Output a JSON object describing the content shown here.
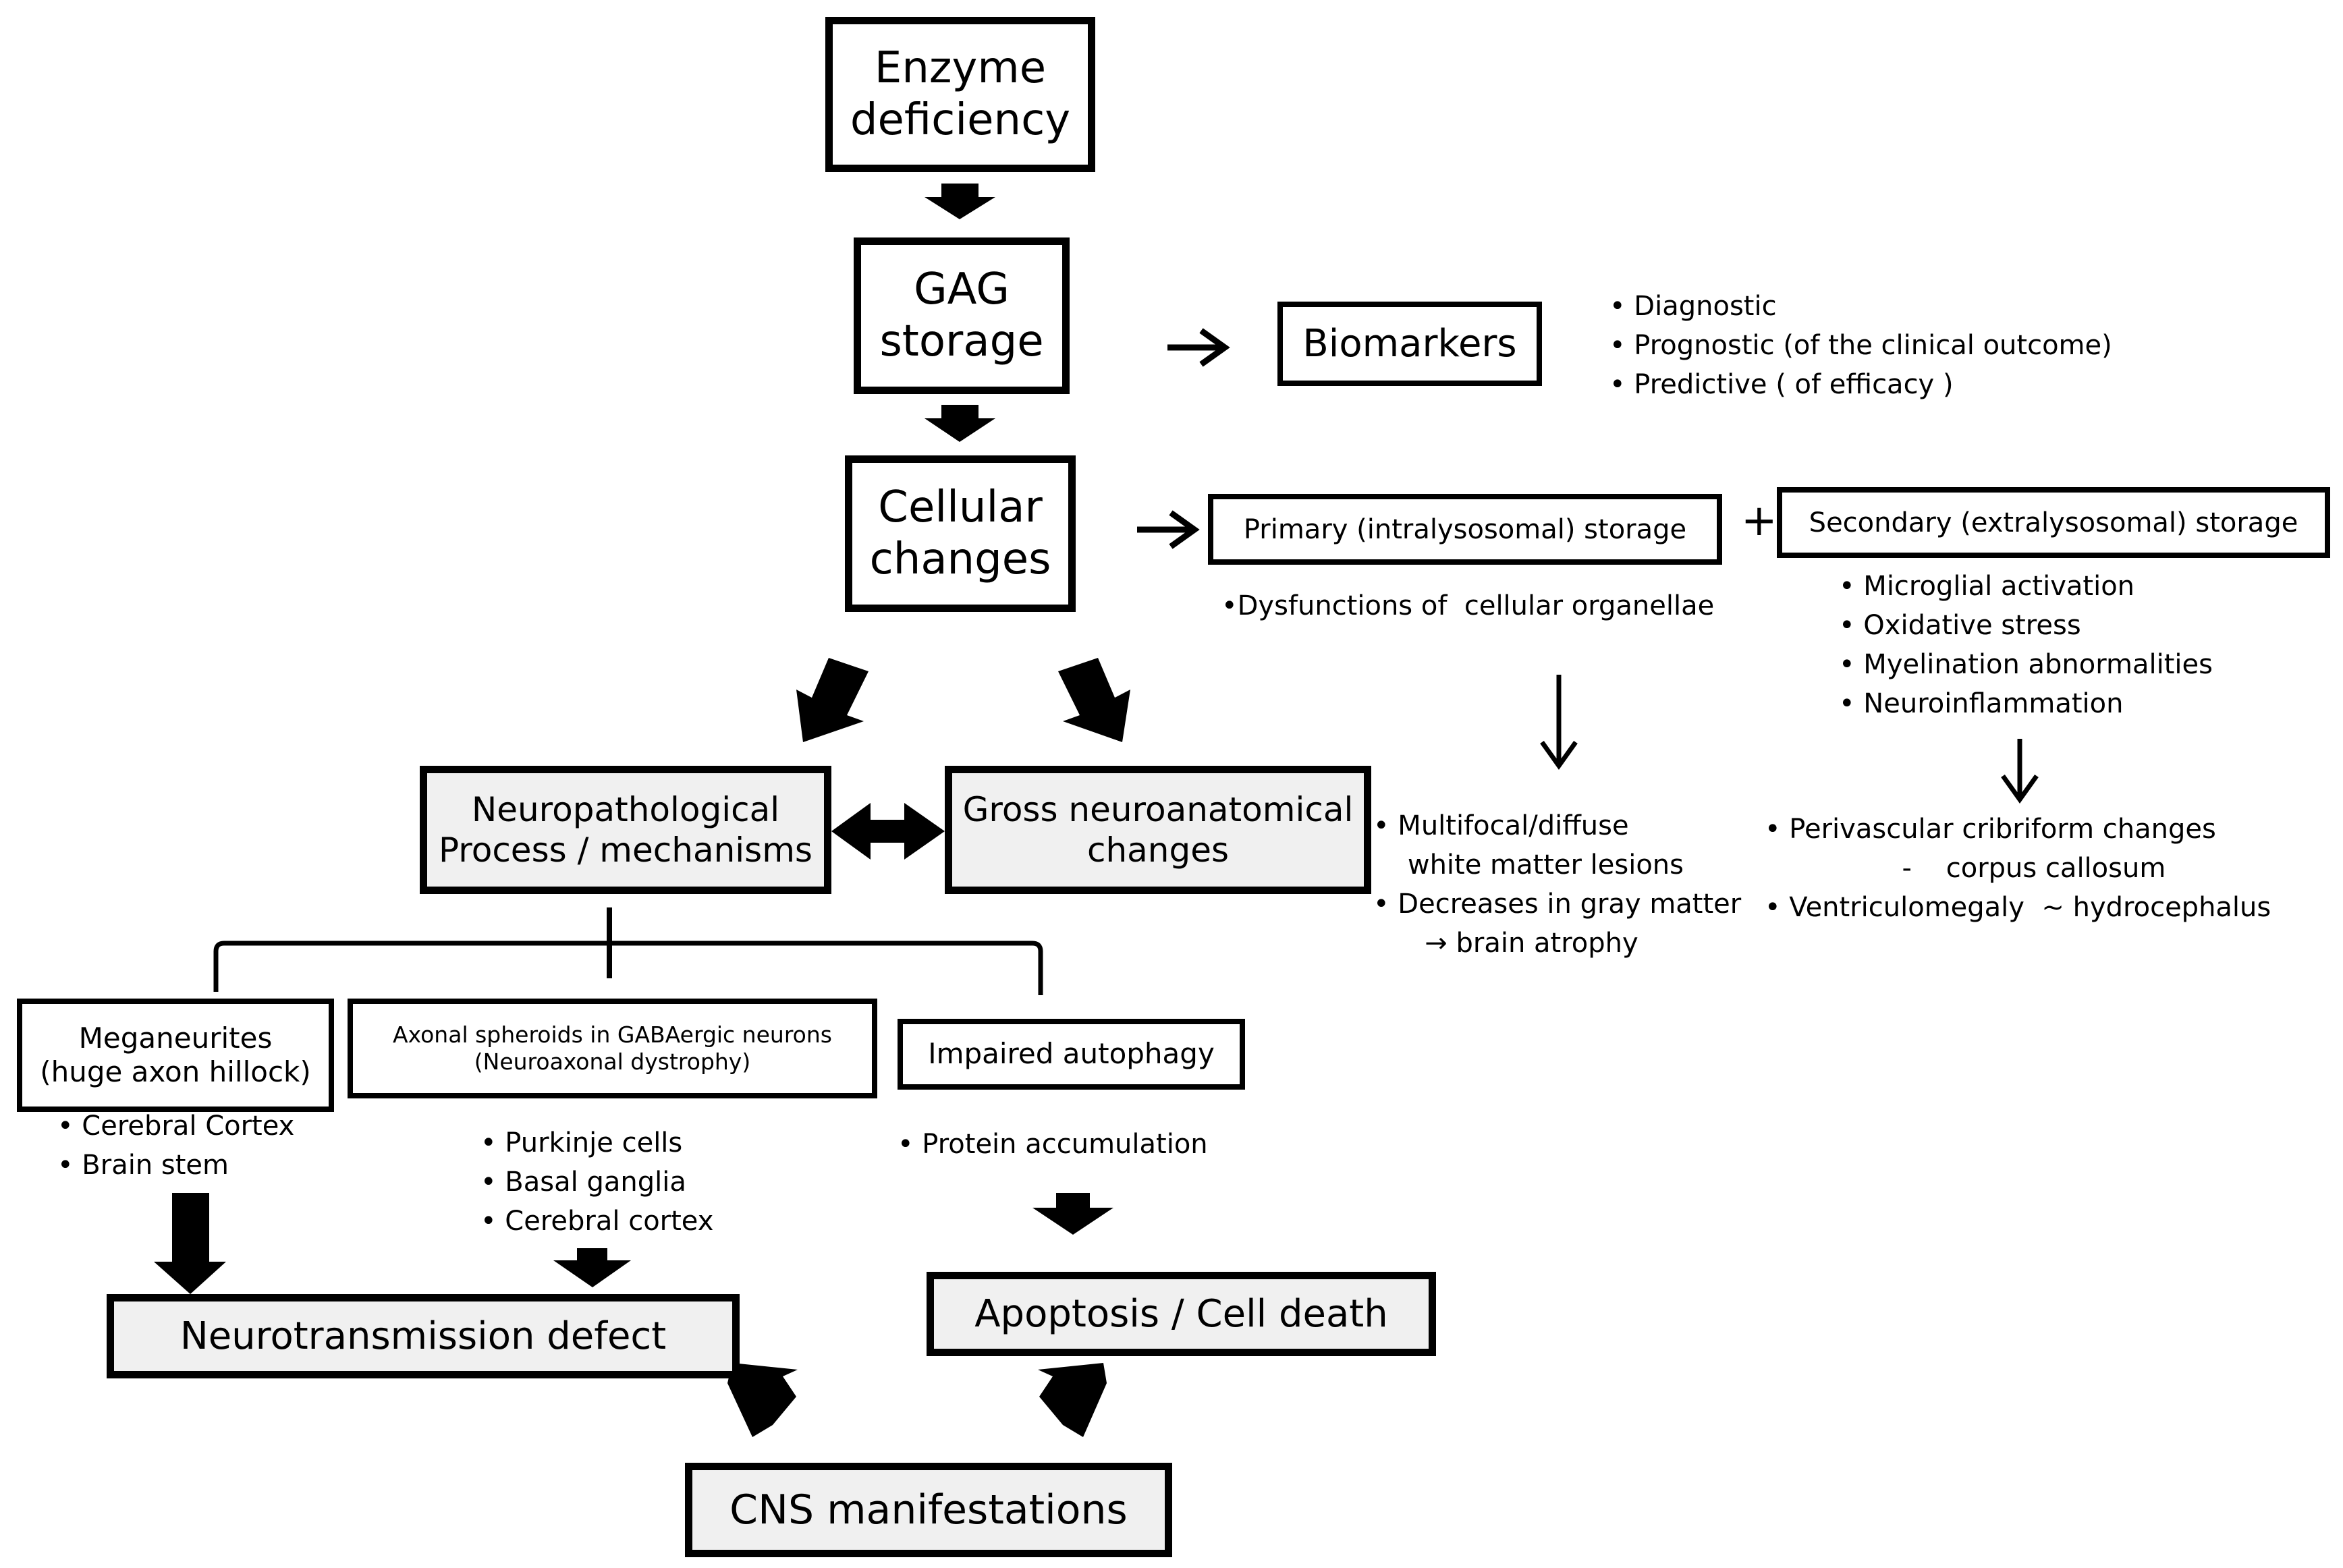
{
  "nodes": {
    "enzyme": "Enzyme\ndeficiency",
    "gag": "GAG\nstorage",
    "biomarkers": "Biomarkers",
    "cellular": "Cellular\nchanges",
    "primary": "Primary (intralysosomal) storage",
    "secondary": "Secondary (extralysosomal) storage",
    "neuropath": "Neuropathological\nProcess / mechanisms",
    "gross": "Gross neuroanatomical\nchanges",
    "meganeurites": "Meganeurites\n(huge axon hillock)",
    "axonal": "Axonal spheroids in GABAergic neurons\n(Neuroaxonal dystrophy)",
    "autophagy": "Impaired autophagy",
    "neurotransmission": "Neurotransmission defect",
    "apoptosis": "Apoptosis / Cell death",
    "cns": "CNS manifestations"
  },
  "lists": {
    "biomarkers": [
      "• Diagnostic",
      "• Prognostic (of the clinical outcome)",
      "• Predictive ( of efficacy )"
    ],
    "primary": [
      "•Dysfunctions of  cellular organellae"
    ],
    "secondary": [
      "• Microglial activation",
      "• Oxidative stress",
      "• Myelination abnormalities",
      "• Neuroinflammation"
    ],
    "gross": [
      "• Multifocal/diffuse",
      "    white matter lesions",
      "• Decreases in gray matter",
      "      → brain atrophy"
    ],
    "secondary_effects": [
      "• Perivascular cribriform changes",
      "                -    corpus callosum",
      "• Ventriculomegaly  ~ hydrocephalus"
    ],
    "meganeurites": [
      "• Cerebral Cortex",
      "• Brain stem"
    ],
    "axonal": [
      "• Purkinje cells",
      "• Basal ganglia",
      "• Cerebral cortex"
    ],
    "autophagy": [
      "• Protein accumulation"
    ]
  },
  "plus_sign": "+"
}
